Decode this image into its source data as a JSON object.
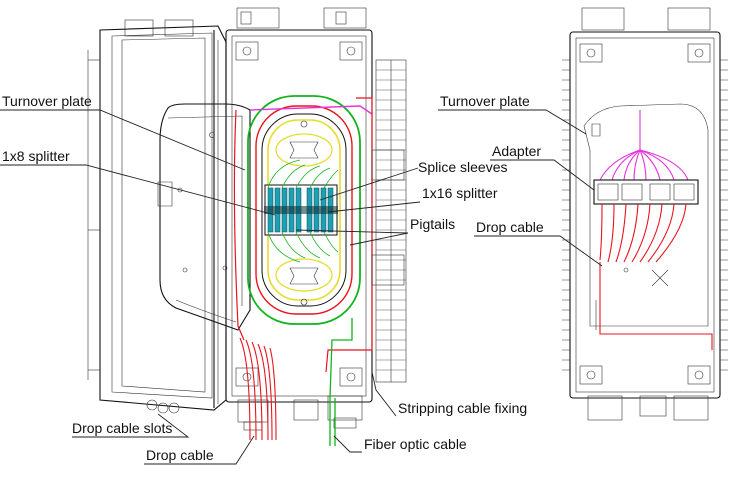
{
  "labels": {
    "turnover_plate_left": "Turnover plate",
    "splitter_1x8": "1x8 splitter",
    "splice_sleeves": "Splice sleeves",
    "splitter_1x16": "1x16 splitter",
    "pigtails": "Pigtails",
    "drop_cable_slots": "Drop cable slots",
    "drop_cable_bottom": "Drop cable",
    "stripping_cable_fixing": "Stripping cable fixing",
    "fiber_optic_cable": "Fiber optic cable",
    "turnover_plate_right": "Turnover plate",
    "adapter": "Adapter",
    "drop_cable_right": "Drop cable"
  },
  "colors": {
    "fiber_red": "#e8141e",
    "fiber_green": "#11b41e",
    "fiber_yellow": "#e6dc28",
    "fiber_magenta": "#e632dc",
    "splitter_cyan": "#1ea0b4",
    "outline": "#111111"
  }
}
